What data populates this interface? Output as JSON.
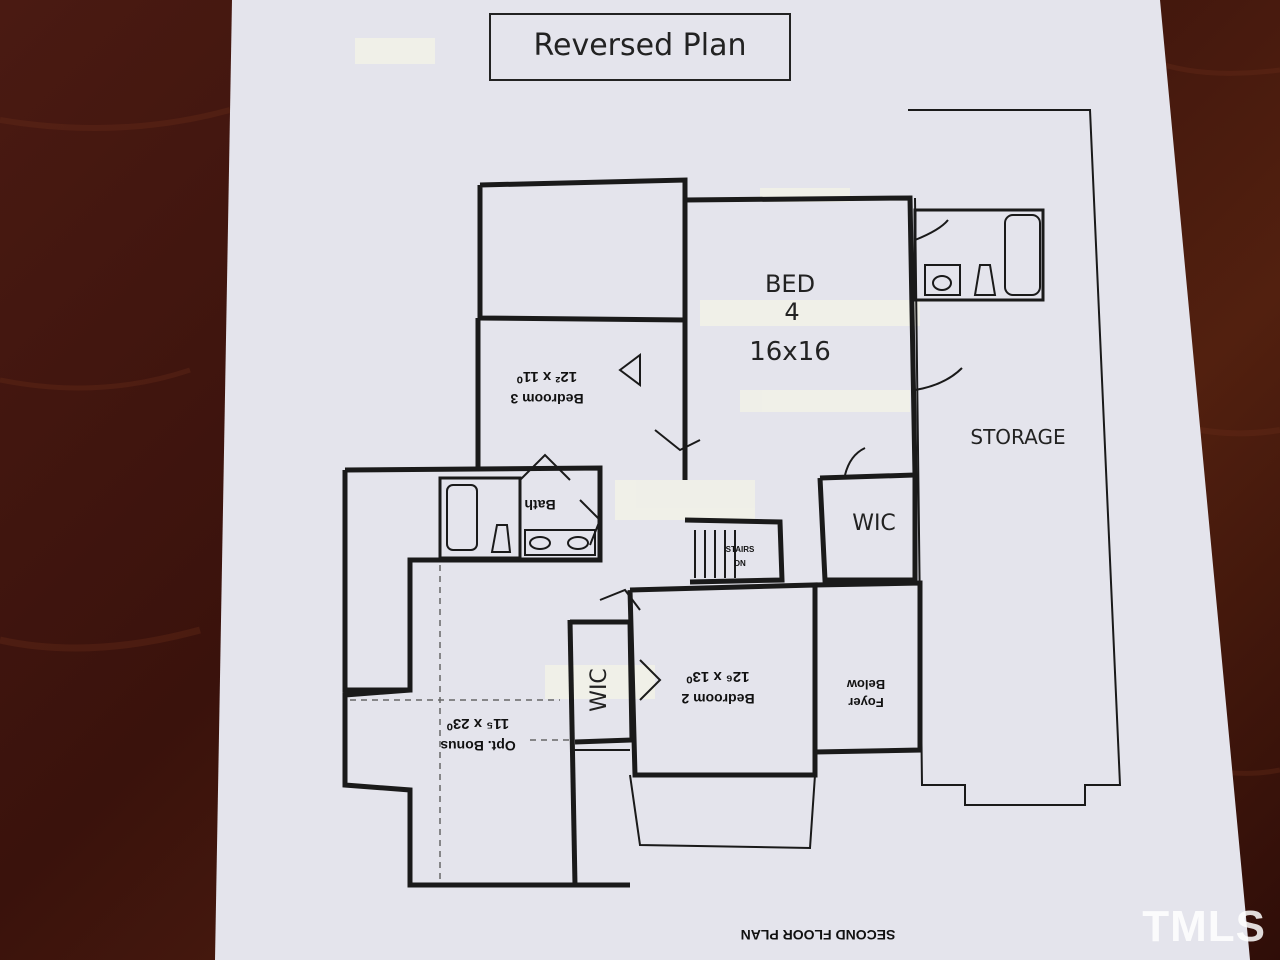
{
  "title": "Reversed Plan",
  "rooms": {
    "bed4_name": "BED",
    "bed4_number": "4",
    "bed4_size": "16x16",
    "storage": "STORAGE",
    "wic_right": "WIC",
    "wic_left": "WIC",
    "bedroom3_name": "Bedroom 3",
    "bedroom3_size": "12² x 11⁰",
    "bath": "Bath",
    "bedroom2_name": "Bedroom 2",
    "bedroom2_size": "12⁶ x 13⁰",
    "foyer_line1": "Foyer",
    "foyer_line2": "Below",
    "bonus_name": "Opt. Bonus",
    "bonus_size": "11⁵ x 23⁰",
    "stairs_label": "STAIRS",
    "stairs_dn": "DN"
  },
  "footer_label": "SECOND FLOOR PLAN",
  "watermark": "TMLS",
  "colors": {
    "paper": "#e4e4ec",
    "wall": "#1a1a1a",
    "table": "#4a1a12"
  }
}
